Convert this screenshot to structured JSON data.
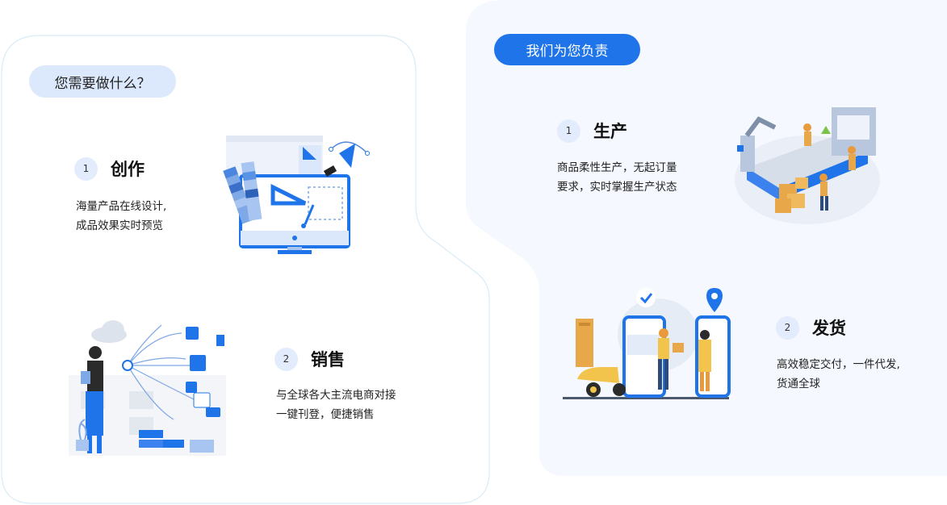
{
  "left_panel": {
    "pill": "您需要做什么？",
    "steps": [
      {
        "num": "1",
        "title": "创作",
        "lines": [
          "海量产品在线设计,",
          "成品效果实时预览"
        ]
      },
      {
        "num": "2",
        "title": "销售",
        "lines": [
          "与全球各大主流电商对接",
          "一键刊登，便捷销售"
        ]
      }
    ]
  },
  "right_panel": {
    "pill": "我们为您负责",
    "steps": [
      {
        "num": "1",
        "title": "生产",
        "lines": [
          "商品柔性生产，无起订量",
          "要求，实时掌握生产状态"
        ]
      },
      {
        "num": "2",
        "title": "发货",
        "lines": [
          "高效稳定交付，一件代发,",
          "货通全球"
        ]
      }
    ]
  },
  "colors": {
    "accent": "#1e74e8",
    "pill_light": "#dce8fb",
    "panel_right_bg": "#f5f8fe",
    "panel_left_border": "#d9ebf6"
  },
  "icons": [
    "design-illustration",
    "sales-illustration",
    "factory-illustration",
    "delivery-illustration"
  ]
}
